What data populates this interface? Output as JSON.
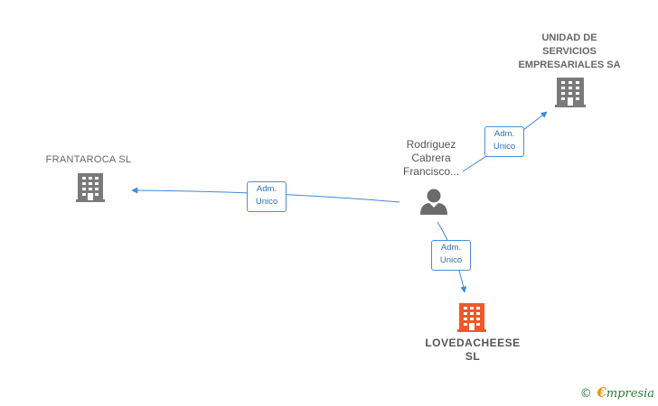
{
  "nodes": {
    "unidad": {
      "name": "UNIDAD DE\nSERVICIOS\nEMPRESARIALES SA",
      "type": "company"
    },
    "frantaroca": {
      "name": "FRANTAROCA SL",
      "type": "company"
    },
    "person": {
      "name": "Rodriguez\nCabrera\nFrancisco...",
      "type": "person"
    },
    "lovedacheese": {
      "name": "LOVEDACHEESE\nSL",
      "type": "company",
      "highlighted": true
    }
  },
  "edges": {
    "to_unidad": {
      "label": "Adm.\nUnico"
    },
    "to_frantaroca": {
      "label": "Adm.\nUnico"
    },
    "to_lovedacheese": {
      "label": "Adm.\nUnico"
    }
  },
  "colors": {
    "company_icon": "#7a7a7a",
    "highlight_icon": "#f0582a",
    "person_icon": "#6b6b6b",
    "edge": "#3f88d8"
  },
  "footer": {
    "copyright": "©",
    "brand_first": "€",
    "brand_rest": "mpresia"
  }
}
